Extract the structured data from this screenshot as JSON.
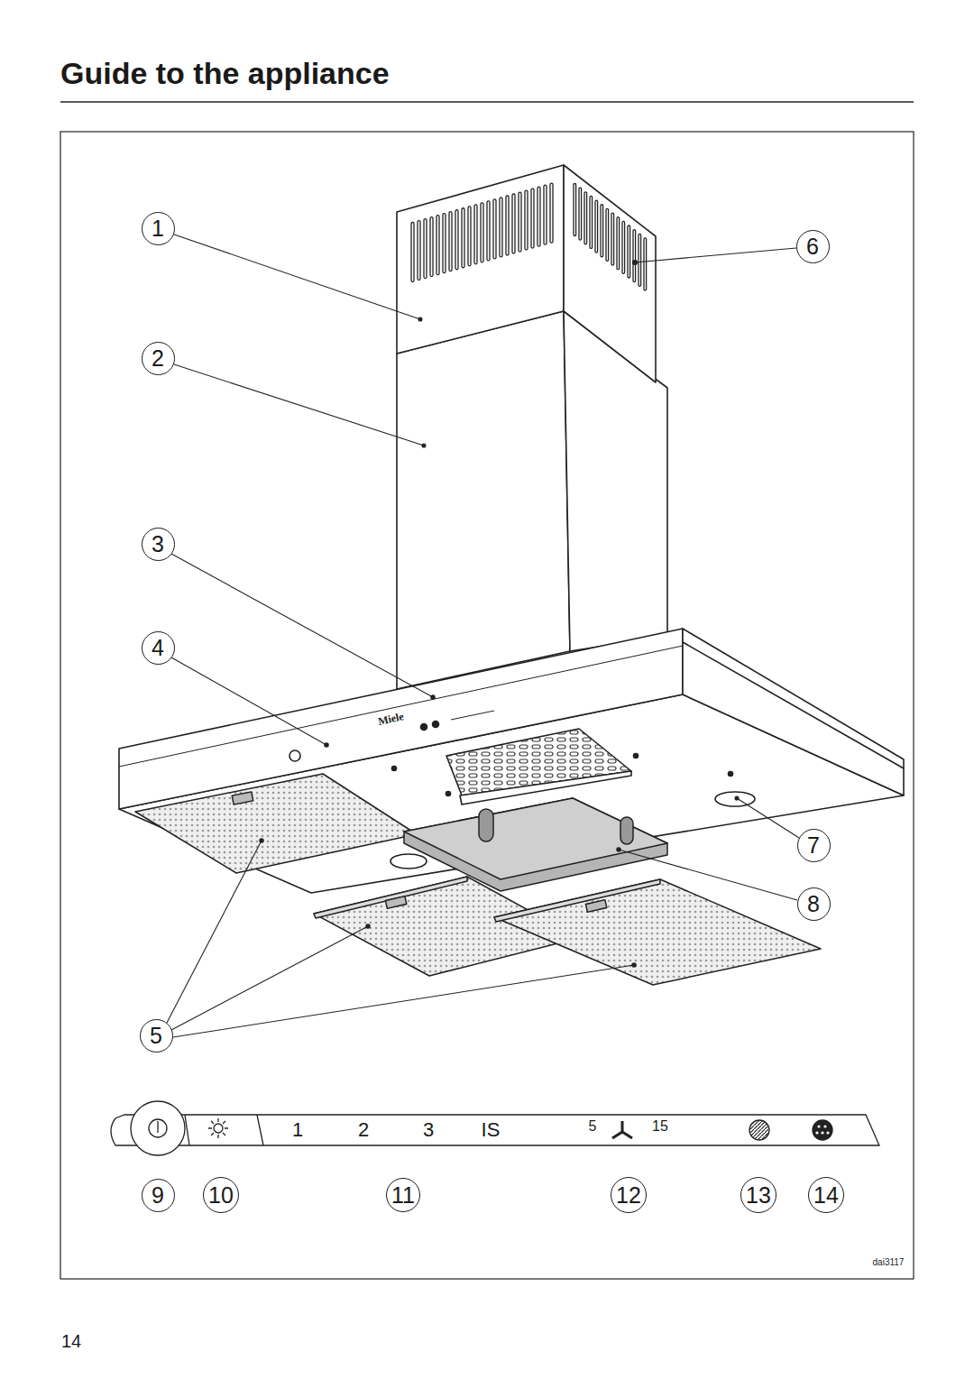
{
  "diagram": {
    "title": "Guide to the appliance",
    "nodes": [
      {
        "text": [
          "1"
        ]
      },
      {
        "text": [
          "2"
        ]
      },
      {
        "text": [
          "3"
        ]
      },
      {
        "text": [
          "4"
        ]
      },
      {
        "text": [
          "5"
        ]
      },
      {
        "text": [
          "6"
        ]
      },
      {
        "text": [
          "7"
        ]
      },
      {
        "text": [
          "8"
        ]
      },
      {
        "text": [
          "9"
        ]
      },
      {
        "text": [
          "10"
        ]
      },
      {
        "text": [
          "11"
        ]
      },
      {
        "text": [
          "12"
        ]
      },
      {
        "text": [
          "13"
        ]
      },
      {
        "text": [
          "14"
        ]
      }
    ],
    "labels": [
      "1",
      "2",
      "3",
      "IS",
      "5",
      "15",
      "Miele",
      "dai3117",
      "14"
    ]
  }
}
